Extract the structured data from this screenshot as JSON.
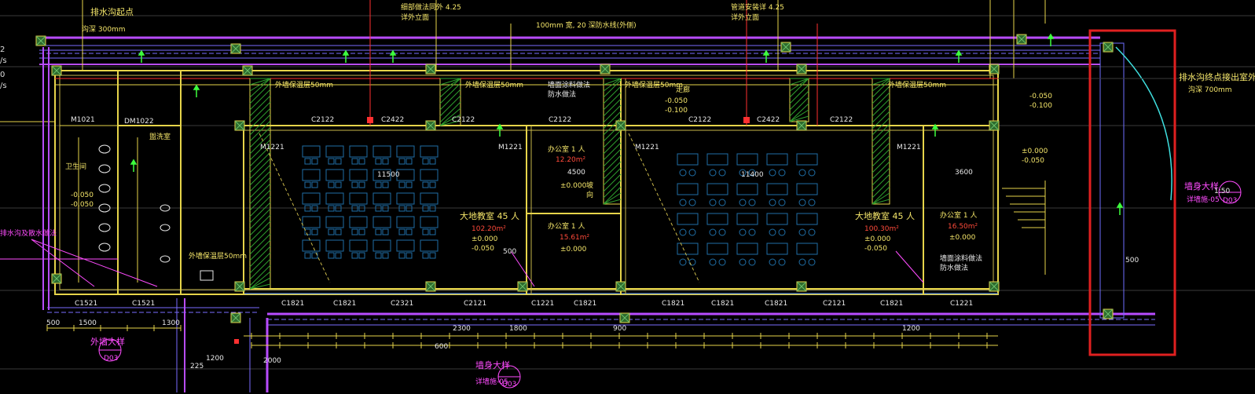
{
  "colors": {
    "background": "#000000",
    "wall": "#e6d44a",
    "wall_inner": "#c9b84a",
    "drainage": "#b84cff",
    "dim": "#7a6cff",
    "furniture": "#1f6ea6",
    "column_fill": "#2e6b2e",
    "highlight_box": "#e02020",
    "cyan": "#3fe0e0",
    "red_line": "#ff3030",
    "green_arrow": "#3dff3d"
  },
  "edge_left": [
    "2",
    "/s",
    "0",
    "/s"
  ],
  "top": {
    "drain_start": "排水沟起点",
    "ditch_depth": "沟深 300mm",
    "water_note": "100mm 宽, 20 深防水线(外侧)",
    "dim_a": "细部做法同外 4.25",
    "dim_b": "管道安装详 4.25",
    "dim_c": "详外立面",
    "dim_d": "详外立面"
  },
  "rooms": {
    "classroom_left": "大地教室 45 人",
    "classroom_left_area": "102.20m²",
    "classroom_left_elev": "±0.000",
    "classroom_left_elev2": "-0.050",
    "classroom_right": "大地教室 45 人",
    "classroom_right_area": "100.30m²",
    "classroom_right_elev": "±0.000",
    "classroom_right_elev2": "-0.050",
    "office_1": "办公室 1 人",
    "office_1_area": "12.20m²",
    "office_1_elev": "±0.000",
    "office_2": "办公室 1 人",
    "office_2_area": "15.61m²",
    "office_2_elev": "±0.000",
    "office_3": "办公室 1 人",
    "office_3_area": "16.50m²",
    "office_3_elev": "±0.000",
    "corridor": "走廊",
    "corridor_elev": "-0.050",
    "corridor_elev2": "-0.100",
    "toilet": "卫生间",
    "toilet_elev": "-0.050",
    "toilet_elev2": "-0.050",
    "washroom": "盥洗室",
    "slope": "坡",
    "finish": "向"
  },
  "labels": {
    "c2422_a": "C2422",
    "c2422_b": "C2422",
    "c2122_a": "C2122",
    "c2122_b": "C2122",
    "c2122_c": "C2122",
    "c2122_d": "C2122",
    "c2122_e": "C2122",
    "m1221_a": "M1221",
    "m1221_b": "M1221",
    "m1221_c": "M1221",
    "m1221_d": "M1221",
    "m1021": "M1021",
    "dm1022": "DM1022",
    "c1521_a": "C1521",
    "c1521_b": "C1521",
    "c1821_a": "C1821",
    "c1821_b": "C1821",
    "c1821_c": "C1821",
    "c1821_d": "C1821",
    "c1821_e": "C1821",
    "c1821_f": "C1821",
    "c1821_g": "C1821",
    "c2321": "C2321",
    "c2121": "C2121",
    "c2121_b": "C2121",
    "c1221": "C1221",
    "c1221_b": "C1221",
    "dim_11500": "11500",
    "dim_11400": "11400",
    "dim_4500": "4500",
    "dim_3600": "3600",
    "dim_500": "500",
    "dim_1800": "1800",
    "dim_2300": "2300",
    "dim_900": "900",
    "dim_600": "600",
    "dim_1200": "1200",
    "wall_note": "外墙保温层50mm",
    "wall_note2": "墙面涂料做法",
    "wall_note3": "防水做法",
    "ramp": "外墙大样",
    "ramp2": "外墙大样",
    "ramp_ref": "D03",
    "ramp_ref2": "D03",
    "ramp_ref3": "D03",
    "right_note1": "排水沟终点接出室外",
    "right_note2": "沟深 700mm",
    "right_elev1": "-0.050",
    "right_elev2": "-0.100",
    "right_elev3": "±0.000",
    "right_elev4": "-0.050",
    "right_side_label": "墙身大样",
    "right_side_ref": "详墙施-05",
    "bottom_label": "墙身大样",
    "bottom_ref": "详墙施-05",
    "left_note": "排水沟及散水做法",
    "left_dim_a": "1300",
    "left_dim_b": "2000",
    "left_dim_c": "225",
    "left_dim_d": "1200",
    "left_dim_e": "1500",
    "left_dim_f": "500",
    "right_dim_500": "500",
    "right_dim_label": "1:50"
  }
}
